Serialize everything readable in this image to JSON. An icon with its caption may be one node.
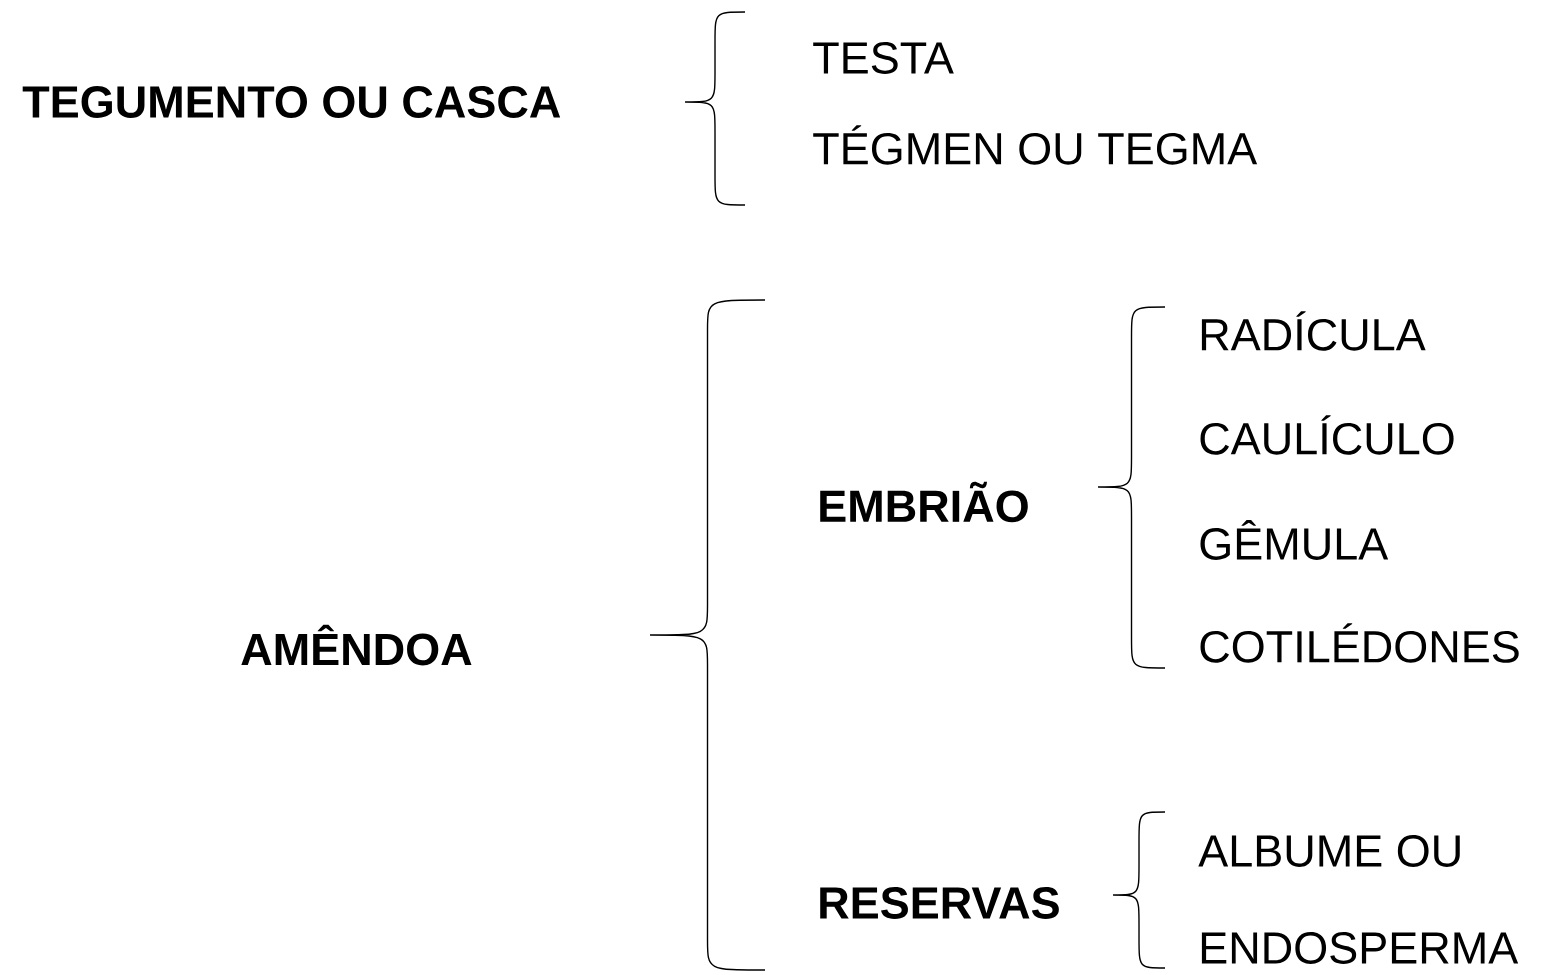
{
  "diagram": {
    "labels": [
      "TEGUMENTO OU CASCA",
      "TESTA",
      "TÉGMEN OU TEGMA",
      "AMÊNDOA",
      "EMBRIÃO",
      "RADÍCULA",
      "CAULÍCULO",
      "GÊMULA",
      "COTILÉDONES",
      "RESERVAS",
      "ALBUME OU",
      "ENDOSPERMA"
    ]
  }
}
